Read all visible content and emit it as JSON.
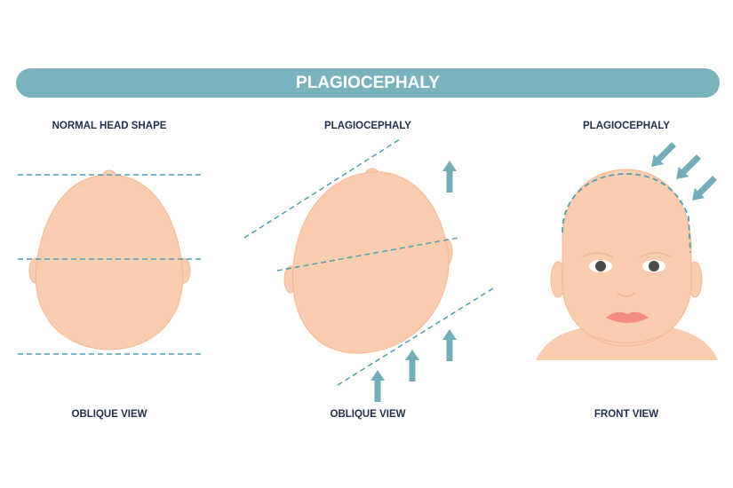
{
  "title": "PLAGIOCEPHALY",
  "panels": [
    {
      "heading": "NORMAL HEAD SHAPE",
      "caption": "OBLIQUE VIEW"
    },
    {
      "heading": "PLAGIOCEPHALY",
      "caption": "OBLIQUE VIEW"
    },
    {
      "heading": "PLAGIOCEPHALY",
      "caption": "FRONT VIEW"
    }
  ],
  "colors": {
    "banner": "#7ab3be",
    "skin": "#fbcdb0",
    "outline": "#f5b894",
    "guide": "#4f9fb0",
    "arrow": "#73adb9",
    "text": "#25304f"
  }
}
